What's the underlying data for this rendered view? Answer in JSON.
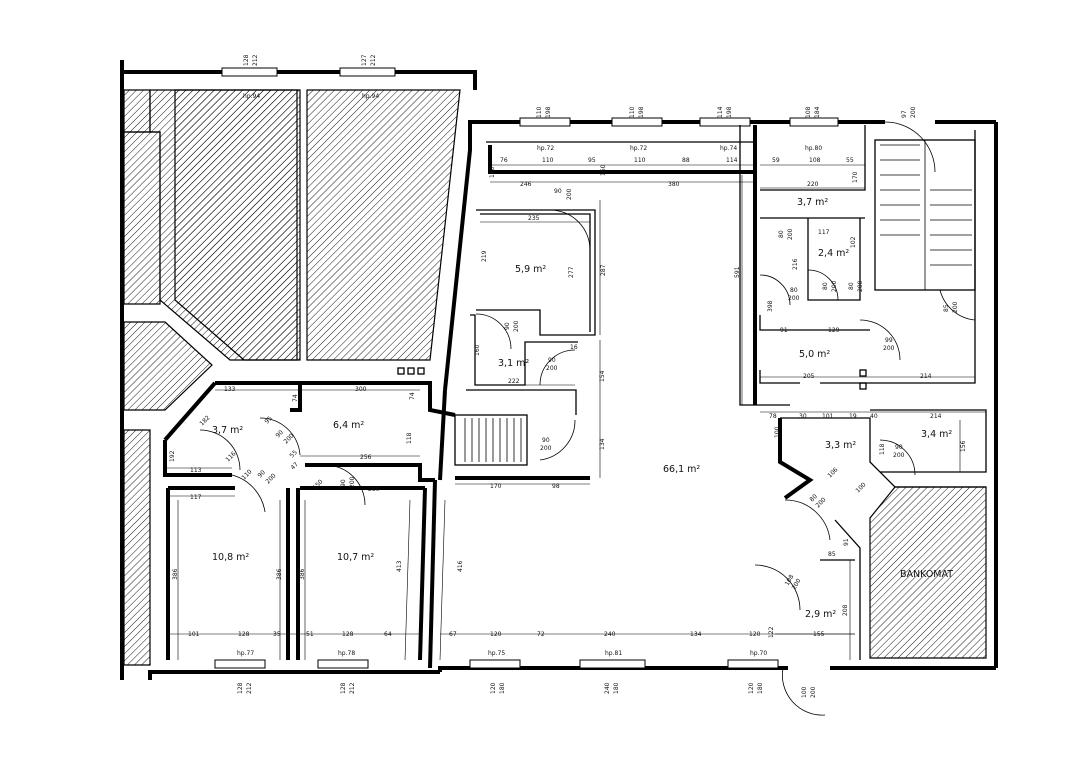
{
  "rooms": [
    {
      "id": "room-large",
      "label": "66,1 m²"
    },
    {
      "id": "room-59",
      "label": "5,9 m²"
    },
    {
      "id": "room-31",
      "label": "3,1 m²"
    },
    {
      "id": "room-37-left",
      "label": "3,7 m²"
    },
    {
      "id": "room-64",
      "label": "6,4 m²"
    },
    {
      "id": "room-108",
      "label": "10,8 m²"
    },
    {
      "id": "room-107",
      "label": "10,7 m²"
    },
    {
      "id": "room-37-right",
      "label": "3,7 m²"
    },
    {
      "id": "room-24",
      "label": "2,4 m²"
    },
    {
      "id": "room-50",
      "label": "5,0 m²"
    },
    {
      "id": "room-33",
      "label": "3,3 m²"
    },
    {
      "id": "room-34",
      "label": "3,4 m²"
    },
    {
      "id": "room-29",
      "label": "2,9 m²"
    }
  ],
  "labels": {
    "bankomat": "BANKOMAT"
  },
  "windows": [
    {
      "top": "128",
      "bottom": "212",
      "hp": "hp.94"
    },
    {
      "top": "127",
      "bottom": "212",
      "hp": "hp.94"
    },
    {
      "top": "110",
      "bottom": "198",
      "hp": "hp.72"
    },
    {
      "top": "110",
      "bottom": "198",
      "hp": "hp.72"
    },
    {
      "top": "114",
      "bottom": "198",
      "hp": "hp.74"
    },
    {
      "top": "108",
      "bottom": "184",
      "hp": "hp.80"
    },
    {
      "top": "128",
      "bottom": "212",
      "hp": "hp.77"
    },
    {
      "top": "128",
      "bottom": "212",
      "hp": "hp.78"
    },
    {
      "top": "120",
      "bottom": "180",
      "hp": "hp.75"
    },
    {
      "top": "240",
      "bottom": "180",
      "hp": "hp.81"
    },
    {
      "top": "120",
      "bottom": "180",
      "hp": "hp.70"
    }
  ],
  "doors": [
    {
      "w": "97",
      "h": "200"
    },
    {
      "w": "90",
      "h": "200"
    },
    {
      "w": "80",
      "h": "200"
    },
    {
      "w": "80",
      "h": "200"
    },
    {
      "w": "80",
      "h": "200"
    },
    {
      "w": "80",
      "h": "200"
    },
    {
      "w": "85",
      "h": "200"
    },
    {
      "w": "99",
      "h": "200"
    },
    {
      "w": "90",
      "h": "200"
    },
    {
      "w": "90",
      "h": "200"
    },
    {
      "w": "90",
      "h": "200"
    },
    {
      "w": "90",
      "h": "200"
    },
    {
      "w": "80",
      "h": "200"
    },
    {
      "w": "90",
      "h": "200"
    },
    {
      "w": "90",
      "h": "200"
    },
    {
      "w": "90",
      "h": "200"
    },
    {
      "w": "100",
      "h": "200"
    },
    {
      "w": "108",
      "h": "200"
    }
  ],
  "dimensions": {
    "top_row": [
      "76",
      "110",
      "95",
      "110",
      "88",
      "114",
      "59",
      "108",
      "55"
    ],
    "row_246_380": [
      "246",
      "380"
    ],
    "row_220": "220",
    "d235": "235",
    "d219": "219",
    "d277": "277",
    "d287": "287",
    "d591": "591",
    "d170a": "170",
    "d117": "117",
    "d102": "102",
    "d216": "216",
    "d398": "398",
    "d91": "91",
    "d129": "129",
    "d205": "205",
    "d214a": "214",
    "d78": "78",
    "d30": "30",
    "d101": "101",
    "d19": "19",
    "d40": "40",
    "d214b": "214",
    "d100": "100",
    "d118": "118",
    "d156": "156",
    "d106": "106",
    "d100b": "100",
    "d85": "85",
    "d91b": "91",
    "d208": "208",
    "d122": "122",
    "d155": "155",
    "d160": "160",
    "d222": "222",
    "d16": "16",
    "d154": "154",
    "d134": "134",
    "d170b": "170",
    "d98": "98",
    "d416": "416",
    "bottom_right": [
      "67",
      "120",
      "72",
      "240",
      "134",
      "120"
    ],
    "d133": "133",
    "d300": "300",
    "d74": "74",
    "d182": "182",
    "d116": "116",
    "d118b": "118",
    "d113": "113",
    "d256": "256",
    "d117b": "117",
    "d280": "280",
    "d386a": "386",
    "d386b": "386",
    "d386c": "386",
    "d413": "413",
    "bottom_left": [
      "101",
      "128",
      "35",
      "51",
      "128",
      "64"
    ],
    "d95": "95",
    "d55": "55",
    "d47": "47",
    "d110": "110",
    "d150": "150",
    "d192": "192"
  }
}
